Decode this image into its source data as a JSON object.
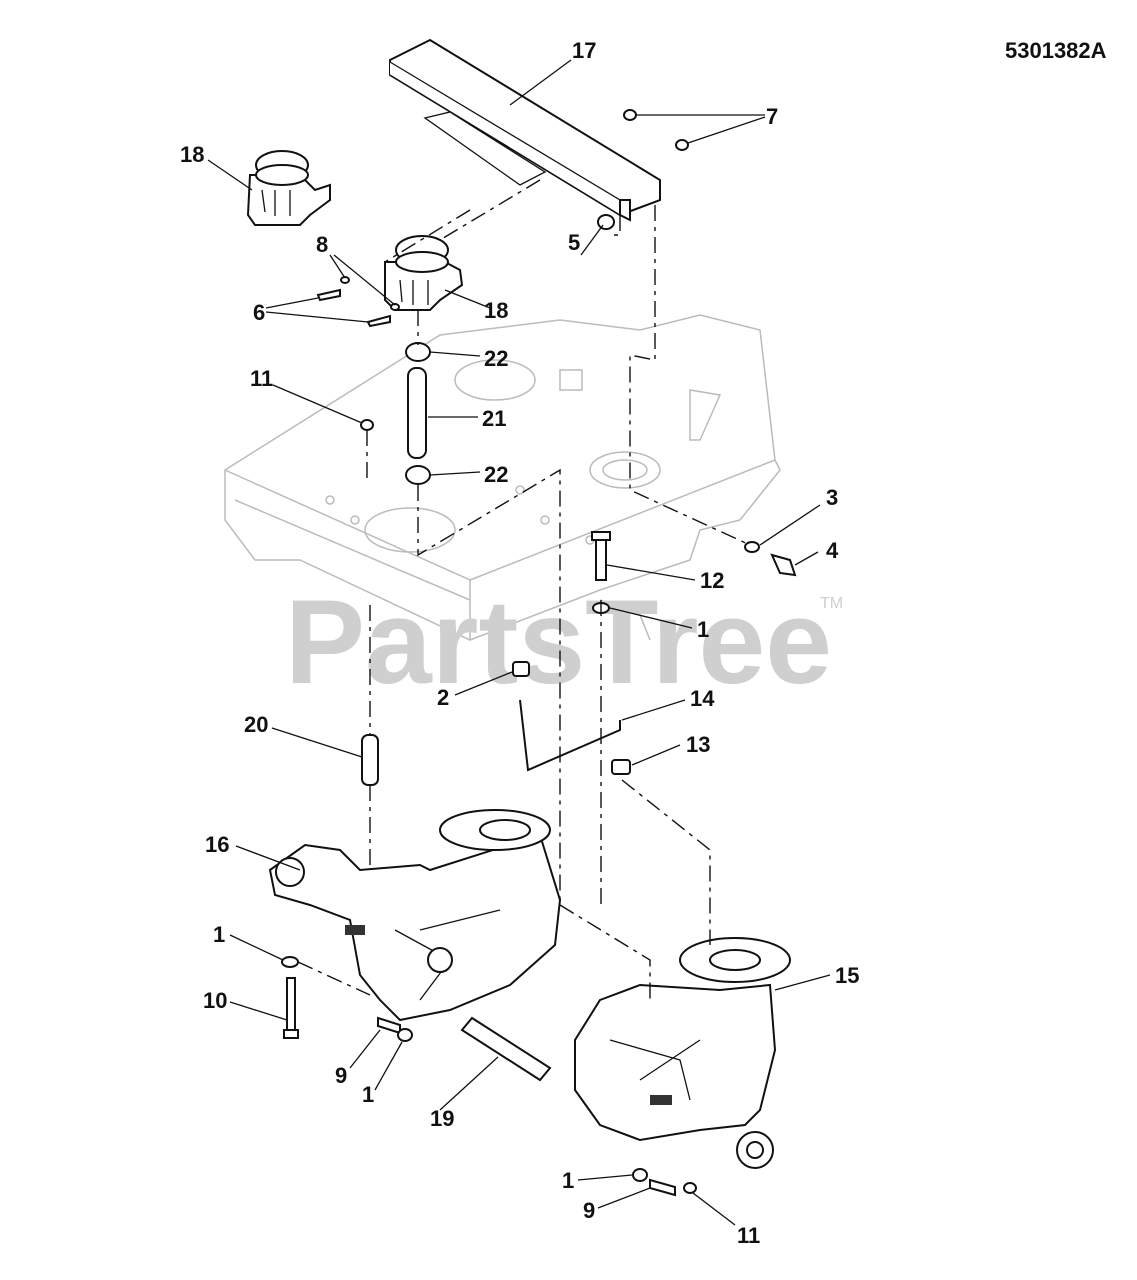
{
  "diagram_number": "5301382A",
  "watermark": "PartsTree",
  "watermark_tm": "TM",
  "callouts": {
    "c17": "17",
    "c7": "7",
    "c18a": "18",
    "c18b": "18",
    "c8": "8",
    "c6": "6",
    "c5": "5",
    "c22a": "22",
    "c22b": "22",
    "c21": "21",
    "c11a": "11",
    "c3": "3",
    "c4": "4",
    "c12": "12",
    "c1a": "1",
    "c2": "2",
    "c14": "14",
    "c13": "13",
    "c20": "20",
    "c16": "16",
    "c1b": "1",
    "c10": "10",
    "c15": "15",
    "c9a": "9",
    "c1c": "1",
    "c19": "19",
    "c1d": "1",
    "c9b": "9",
    "c11b": "11"
  }
}
